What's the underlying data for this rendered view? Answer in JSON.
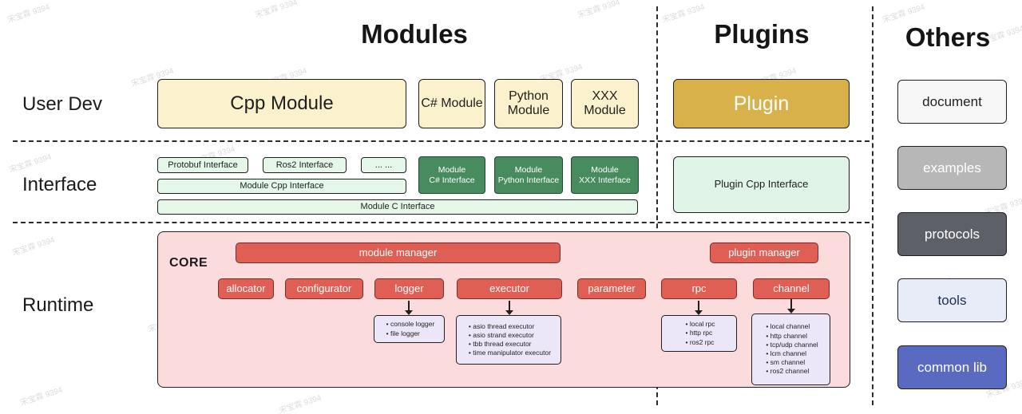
{
  "watermark": "宋宝霖 9394",
  "headers": {
    "modules": "Modules",
    "plugins": "Plugins",
    "others": "Others"
  },
  "row_labels": {
    "user_dev": "User Dev",
    "interface": "Interface",
    "runtime": "Runtime"
  },
  "user_dev": {
    "cpp_module": "Cpp Module",
    "csharp_module": "C# Module",
    "python_module": "Python Module",
    "xxx_module": "XXX Module",
    "plugin": "Plugin"
  },
  "interface": {
    "protobuf": "Protobuf Interface",
    "ros2": "Ros2 Interface",
    "ellipsis": "... ...",
    "module_cpp": "Module Cpp Interface",
    "module_c": "Module C Interface",
    "module_csharp": {
      "line1": "Module",
      "line2": "C# Interface"
    },
    "module_python": {
      "line1": "Module",
      "line2": "Python Interface"
    },
    "module_xxx": {
      "line1": "Module",
      "line2": "XXX Interface"
    },
    "plugin_cpp": "Plugin Cpp Interface"
  },
  "runtime": {
    "core_label": "CORE",
    "module_manager": "module manager",
    "plugin_manager": "plugin manager",
    "components": [
      "allocator",
      "configurator",
      "logger",
      "executor",
      "parameter",
      "rpc",
      "channel"
    ],
    "logger_impls": [
      "console logger",
      "file logger"
    ],
    "executor_impls": [
      "asio thread executor",
      "asio strand executor",
      "tbb thread executor",
      "time manipulator executor"
    ],
    "rpc_impls": [
      "local rpc",
      "http rpc",
      "ros2 rpc"
    ],
    "channel_impls": [
      "local channel",
      "http channel",
      "tcp/udp channel",
      "lcm channel",
      "sm channel",
      "ros2 channel"
    ]
  },
  "others": {
    "items": [
      {
        "label": "document"
      },
      {
        "label": "examples"
      },
      {
        "label": "protocols"
      },
      {
        "label": "tools"
      },
      {
        "label": "common lib"
      }
    ]
  },
  "colors": {
    "module_fill": "#fbf2cd",
    "plugin_fill": "#d8b14b",
    "interface_light": "#e4f7e9",
    "interface_dark": "#478b5f",
    "core_fill": "#fbdbdb",
    "component_fill": "#df5f55",
    "impl_fill": "#ebe7f9",
    "others_document": "#f7f7f7",
    "others_examples": "#b7b7b7",
    "others_protocols": "#5d6167",
    "others_tools": "#e8ecf8",
    "others_common_lib": "#5a6ac0"
  }
}
